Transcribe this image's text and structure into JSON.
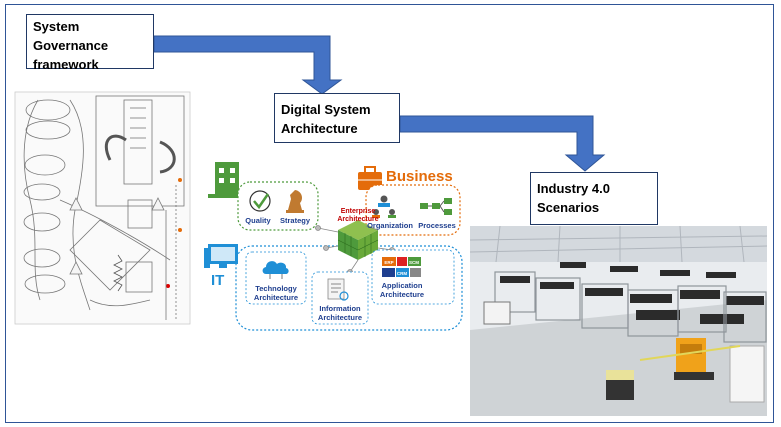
{
  "boxes": {
    "governance_line1": "System",
    "governance_line2": "Governance",
    "governance_line3": "framework",
    "architecture_line1": "Digital System",
    "architecture_line2": "Architecture",
    "industry_line1": "Industry 4.0",
    "industry_line2": "Scenarios"
  },
  "architecture_graphic": {
    "business_title": "Business",
    "it_title": "IT",
    "enterprise_line1": "Enterprise",
    "enterprise_line2": "Architecture",
    "quality": "Quality",
    "strategy": "Strategy",
    "organization": "Organization",
    "processes": "Processes",
    "technology_line1": "Technology",
    "technology_line2": "Architecture",
    "information_line1": "Information",
    "information_line2": "Architecture",
    "application_line1": "Application",
    "application_line2": "Architecture",
    "tag_erp": "ERP",
    "tag_scm": "SCM",
    "tag_crm": "CRM"
  },
  "colors": {
    "arrow": "#4472c4",
    "arrow_edge": "#2f5597",
    "business": "#e46c0a",
    "it": "#1f8fd6",
    "green": "#4e9a3c"
  }
}
